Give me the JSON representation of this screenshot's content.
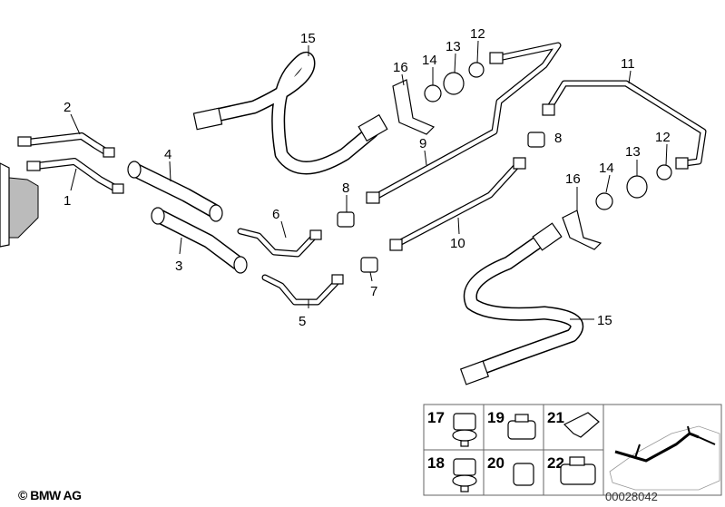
{
  "diagram": {
    "callouts": [
      "1",
      "2",
      "3",
      "4",
      "5",
      "6",
      "7",
      "8",
      "9",
      "10",
      "11",
      "12",
      "13",
      "14",
      "15",
      "16"
    ],
    "inset_cells": [
      "17",
      "19",
      "21",
      "18",
      "20",
      "22"
    ]
  },
  "footer": {
    "copyright": "© BMW AG",
    "diagram_number": "00028042"
  }
}
